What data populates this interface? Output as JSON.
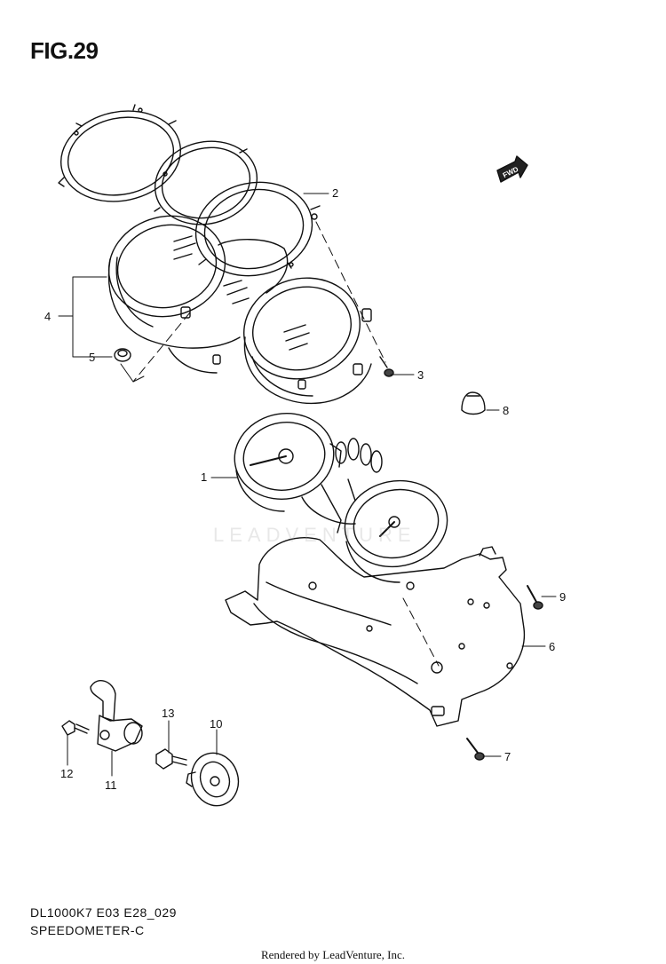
{
  "figure": {
    "title": "FIG.29"
  },
  "fwd_badge": "FWD",
  "watermark": "LEADVENTURE",
  "callouts": [
    {
      "label": "1"
    },
    {
      "label": "2"
    },
    {
      "label": "3"
    },
    {
      "label": "4"
    },
    {
      "label": "5"
    },
    {
      "label": "6"
    },
    {
      "label": "7"
    },
    {
      "label": "8"
    },
    {
      "label": "9"
    },
    {
      "label": "10"
    },
    {
      "label": "11"
    },
    {
      "label": "12"
    },
    {
      "label": "13"
    }
  ],
  "footer": {
    "code": "DL1000K7 E03 E28_029",
    "name": "SPEEDOMETER-C",
    "rendered_by": "Rendered by LeadVenture, Inc."
  }
}
